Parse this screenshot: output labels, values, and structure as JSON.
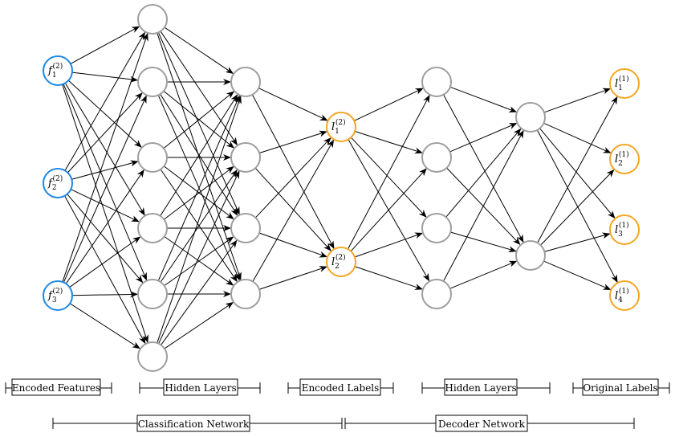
{
  "colors": {
    "input": "#1e88e5",
    "hidden": "#9e9e9e",
    "labels": "#f5a623"
  },
  "layers": [
    {
      "id": "encoded-features",
      "color": "input",
      "labels": [
        [
          "f",
          "1",
          "(2)"
        ],
        [
          "f",
          "2",
          "(2)"
        ],
        [
          "f",
          "3",
          "(2)"
        ]
      ]
    },
    {
      "id": "hidden-1",
      "color": "hidden",
      "count": 6
    },
    {
      "id": "hidden-2",
      "color": "hidden",
      "count": 4
    },
    {
      "id": "encoded-labels",
      "color": "labels",
      "labels": [
        [
          "l",
          "1",
          "(2)"
        ],
        [
          "l",
          "2",
          "(2)"
        ]
      ]
    },
    {
      "id": "hidden-3",
      "color": "hidden",
      "count": 4
    },
    {
      "id": "hidden-4",
      "color": "hidden",
      "count": 2
    },
    {
      "id": "original-labels",
      "color": "labels",
      "labels": [
        [
          "l",
          "1",
          "(1)"
        ],
        [
          "l",
          "2",
          "(1)"
        ],
        [
          "l",
          "3",
          "(1)"
        ],
        [
          "l",
          "4",
          "(1)"
        ]
      ]
    }
  ],
  "layer_captions": [
    "Encoded Features",
    "Hidden Layers",
    "Encoded Labels",
    "Hidden Layers",
    "Original Labels"
  ],
  "network_captions": [
    "Classification Network",
    "Decoder Network"
  ]
}
